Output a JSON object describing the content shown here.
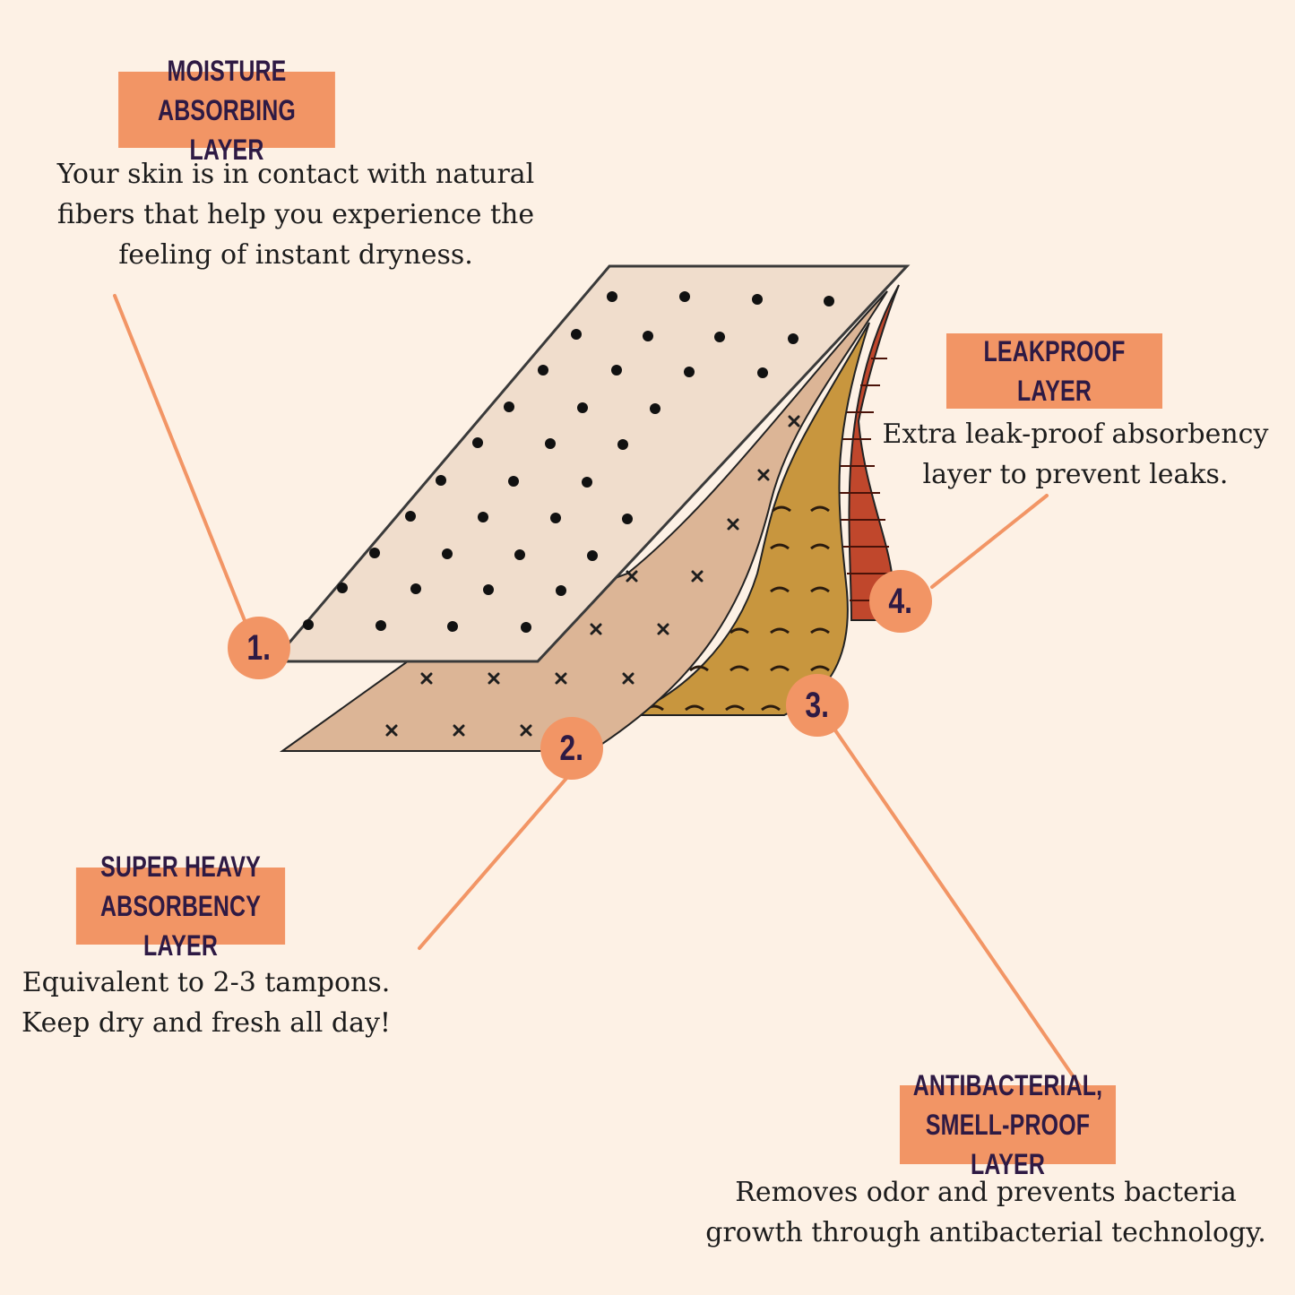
{
  "colors": {
    "background": "#fdf1e5",
    "accent": "#f29565",
    "label_text": "#2e1a44",
    "layer_top": "#f0ddcc",
    "layer_absorbent": "#dcb596",
    "layer_odor": "#c8963e",
    "layer_leakproof": "#c0472c"
  },
  "layers": [
    {
      "badge": "1.",
      "title": [
        "Moisture absorbing",
        "layer"
      ],
      "description": [
        "Your skin is in contact with natural",
        "fibers that help you experience the",
        "feeling of instant dryness."
      ]
    },
    {
      "badge": "2.",
      "title": [
        "Super heavy",
        "absorbency layer"
      ],
      "description": [
        "Equivalent to 2-3 tampons.",
        "Keep dry and fresh all day!"
      ]
    },
    {
      "badge": "3.",
      "title": [
        "Antibacterial,",
        "smell-proof layer"
      ],
      "description": [
        "Removes odor and prevents bacteria",
        "growth through antibacterial technology."
      ]
    },
    {
      "badge": "4.",
      "title": [
        "Leakproof layer"
      ],
      "description": [
        "Extra leak-proof absorbency",
        "layer to prevent leaks."
      ]
    }
  ]
}
